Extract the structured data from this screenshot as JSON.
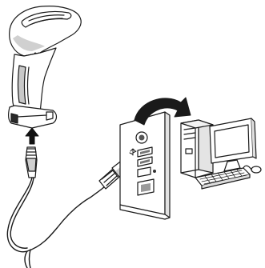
{
  "figure": {
    "kind": "line-art installation diagram",
    "elements": [
      "handheld-barcode-scanner",
      "usb-cable",
      "computer-back-panel",
      "desktop-computer",
      "monitor",
      "keyboard",
      "mouse"
    ],
    "colors": {
      "line": "#1a1a1a",
      "fill": "#ffffff",
      "shade": "#c8c8c8",
      "arrow": "#111111"
    },
    "icons": [
      "up-arrow-icon",
      "right-arrow-icon",
      "curved-arrow-icon",
      "usb-symbol-icon",
      "ethernet-port-icon",
      "ps2-port-icon"
    ]
  }
}
